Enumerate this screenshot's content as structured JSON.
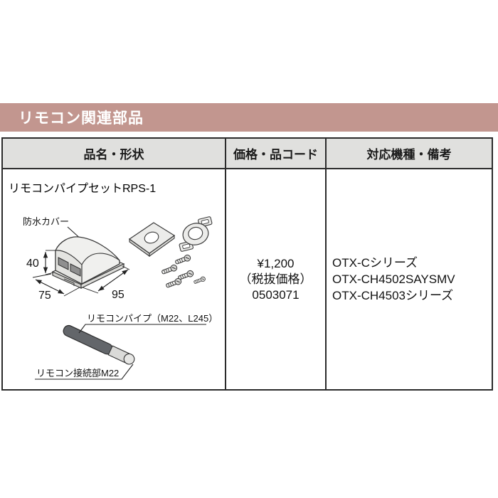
{
  "section": {
    "title": "リモコン関連部品"
  },
  "table": {
    "headers": [
      "品名・形状",
      "価格・品コード",
      "対応機種・備考"
    ],
    "row": {
      "product_name": "リモコンパイプセットRPS-1",
      "price": "¥1,200",
      "price_note": "（税抜価格）",
      "product_code": "0503071",
      "models": [
        "OTX-Cシリーズ",
        "OTX-CH4502SAYSMV",
        "OTX-CH4503シリーズ"
      ]
    }
  },
  "diagram": {
    "labels": {
      "cover": "防水カバー",
      "height": "40",
      "depth": "75",
      "width": "95",
      "pipe": "リモコンパイプ（M22、L245）",
      "connector": "リモコン接続部M22"
    }
  },
  "colors": {
    "section_bg": "#c2968f",
    "section_text": "#ffffff",
    "table_header_bg": "#e0e0de",
    "border": "#2b2b2b"
  }
}
